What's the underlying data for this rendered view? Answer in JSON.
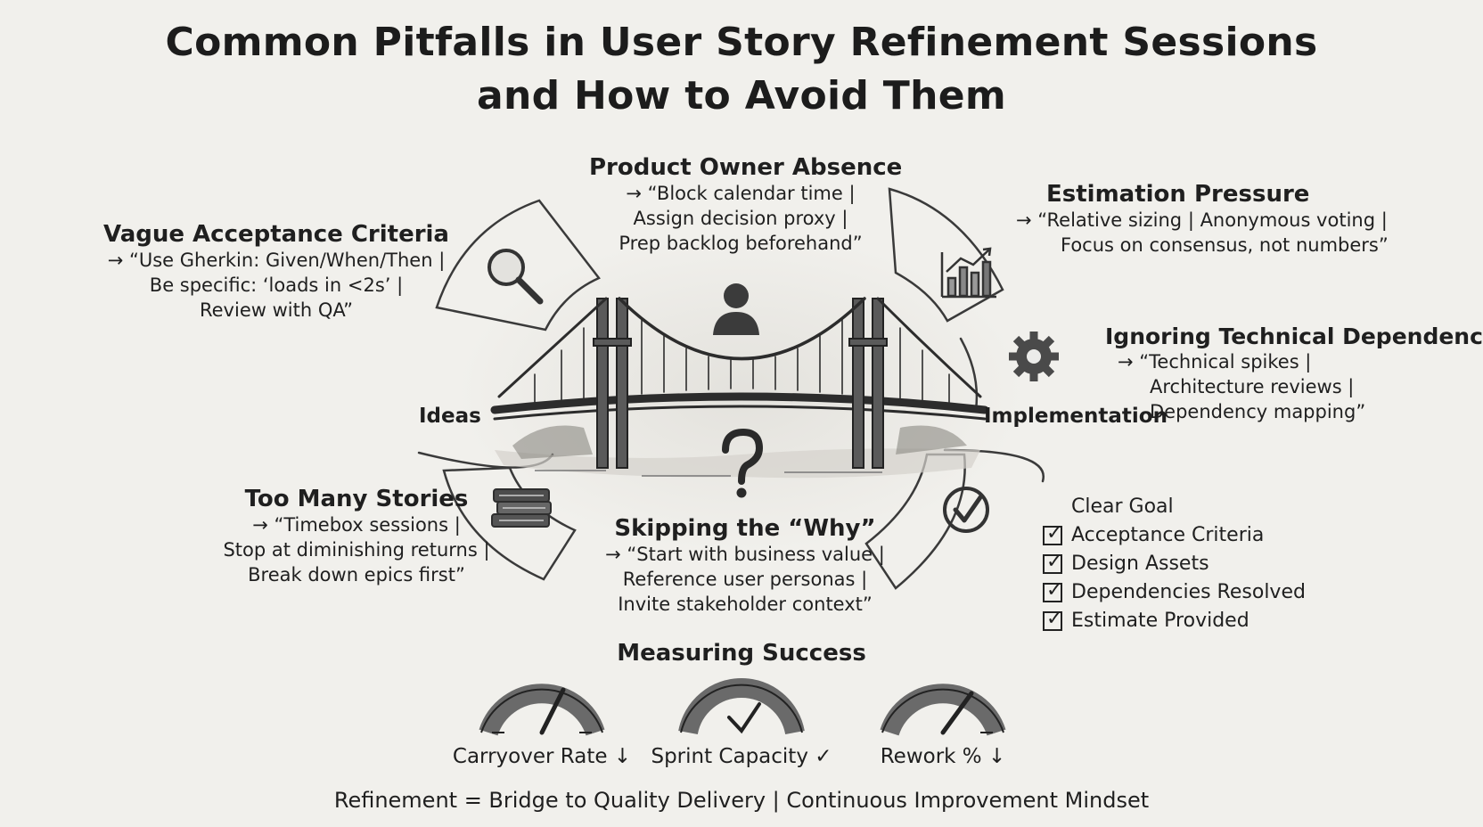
{
  "title": {
    "line1": "Common Pitfalls in User Story Refinement Sessions",
    "line2": "and How to Avoid Them"
  },
  "pitfalls": {
    "vague": {
      "title": "Vague Acceptance Criteria",
      "line1": "→ “Use Gherkin: Given/When/Then |",
      "line2": "Be specific: ‘loads in <2s’ |",
      "line3": "Review with QA”"
    },
    "owner": {
      "title": "Product Owner Absence",
      "line1": "→ “Block calendar time |",
      "line2": "Assign decision proxy |",
      "line3": "Prep backlog beforehand”"
    },
    "estimation": {
      "title": "Estimation Pressure",
      "line1": "→ “Relative sizing | Anonymous voting |",
      "line2": "Focus on consensus, not numbers”"
    },
    "dependencies": {
      "title": "Ignoring Technical Dependencies",
      "line1": "→ “Technical spikes |",
      "line2": "Architecture reviews |",
      "line3": "Dependency mapping”"
    },
    "stories": {
      "title": "Too Many Stories",
      "line1": "→ “Timebox sessions |",
      "line2": "Stop at diminishing returns |",
      "line3": "Break down epics first”"
    },
    "why": {
      "title": "Skipping the “Why”",
      "line1": "→ “Start with business value |",
      "line2": "Reference user personas |",
      "line3": "Invite stakeholder context”"
    }
  },
  "bridge": {
    "left_label": "Ideas",
    "right_label": "Implementation"
  },
  "icons": [
    "magnifier-icon",
    "person-icon",
    "chart-icon",
    "gear-icon",
    "books-icon",
    "question-icon",
    "checkmark-icon"
  ],
  "checklist": {
    "heading": "Clear Goal",
    "items": [
      "Acceptance Criteria",
      "Design Assets",
      "Dependencies Resolved",
      "Estimate Provided"
    ]
  },
  "measuring": {
    "title": "Measuring Success",
    "gauges": [
      {
        "label": "Carryover Rate ↓",
        "level": 0.72
      },
      {
        "label": "Sprint Capacity ✓",
        "level": 0.5
      },
      {
        "label": "Rework % ↓",
        "level": 0.72
      }
    ]
  },
  "footer": "Refinement = Bridge to Quality Delivery | Continuous Improvement Mindset"
}
